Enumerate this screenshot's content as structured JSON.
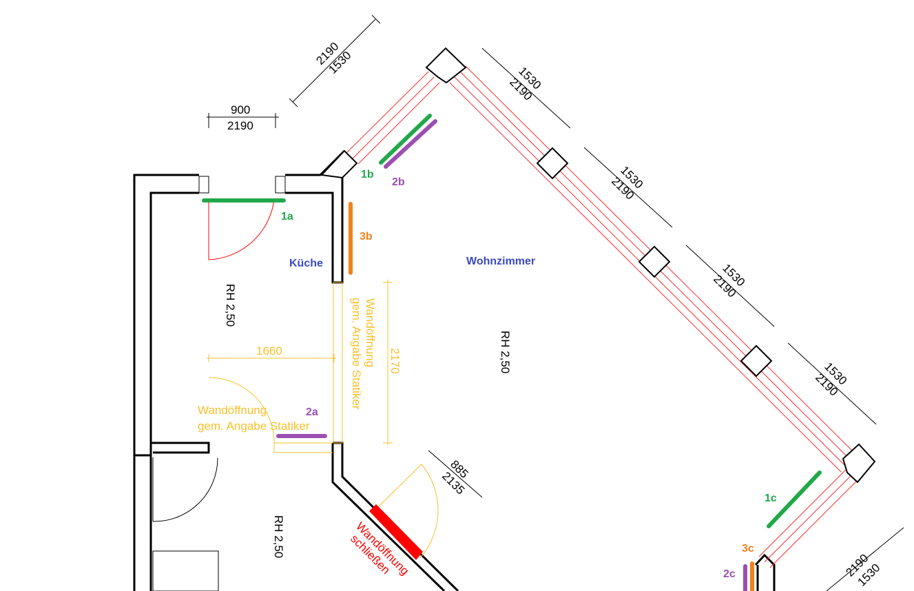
{
  "rooms": {
    "kitchen": "Küche",
    "living": "Wohnzimmer"
  },
  "room_heights": {
    "kitchen": "RH 2,50",
    "living": "RH 2,50",
    "hall": "RH 2,50"
  },
  "dimensions": {
    "door_top_width": "900",
    "door_top_height": "2190",
    "window_nw_width": "1530",
    "window_nw_height": "2190",
    "window_ne_1_width": "1530",
    "window_ne_1_height": "2190",
    "window_ne_2_width": "1530",
    "window_ne_2_height": "2190",
    "window_ne_3_width": "1530",
    "window_ne_3_height": "2190",
    "window_ne_4_width": "1530",
    "window_ne_4_height": "2190",
    "window_se_width": "1530",
    "window_se_height": "2190",
    "opening_width": "1660",
    "opening_height": "2170",
    "door_bottom_width": "885",
    "door_bottom_height": "2135"
  },
  "notes": {
    "opening_vertical_line1": "Wandöffnung",
    "opening_vertical_line2": "gem. Angabe Statiker",
    "opening_horizontal_line1": "Wandöffnung",
    "opening_horizontal_line2": "gem. Angabe Statiker",
    "close_opening_line1": "Wandöffnung",
    "close_opening_line2": "schließen"
  },
  "markers": {
    "m1a": "1a",
    "m1b": "1b",
    "m1c": "1c",
    "m2a": "2a",
    "m2b": "2b",
    "m2c": "2c",
    "m3b": "3b",
    "m3c": "3c"
  },
  "colors": {
    "green": "#22a84a",
    "purple": "#9b4fb0",
    "orange": "#f0821e",
    "red": "#ff0000",
    "yellow": "#f7c02a",
    "blue": "#3a49c2",
    "window": "#ff2a2a"
  }
}
